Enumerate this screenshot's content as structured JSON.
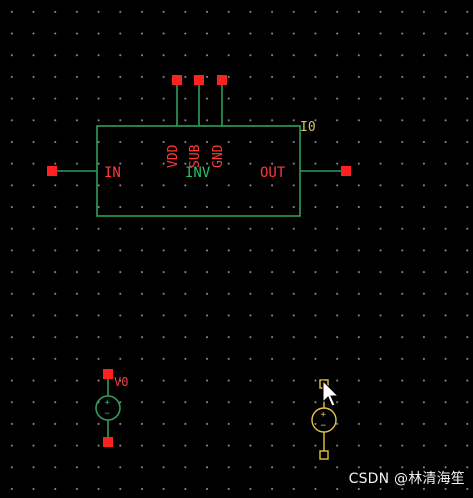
{
  "colors": {
    "background": "#000000",
    "grid_dot": "#8a8a8a",
    "wire": "#2f9e5a",
    "pin": "#ff2020",
    "label_red": "#ff3b3b",
    "label_green": "#2fbf6a",
    "instance_label": "#d8c56a",
    "selected": "#e0c44a",
    "watermark": "#f2f2f2"
  },
  "inverter": {
    "instance_name": "I0",
    "pins": {
      "in": "IN",
      "out": "OUT",
      "vdd": "VDD",
      "sub": "SUB",
      "gnd": "GND"
    },
    "cell_label": "INV"
  },
  "source_v0": {
    "instance_name": "V0",
    "plus": "+",
    "minus": "−"
  },
  "source_selected": {
    "plus": "+",
    "minus": "−"
  },
  "cursor": {
    "icon": "arrow-cursor-icon"
  },
  "watermark": {
    "text": "CSDN @林清海笙"
  }
}
